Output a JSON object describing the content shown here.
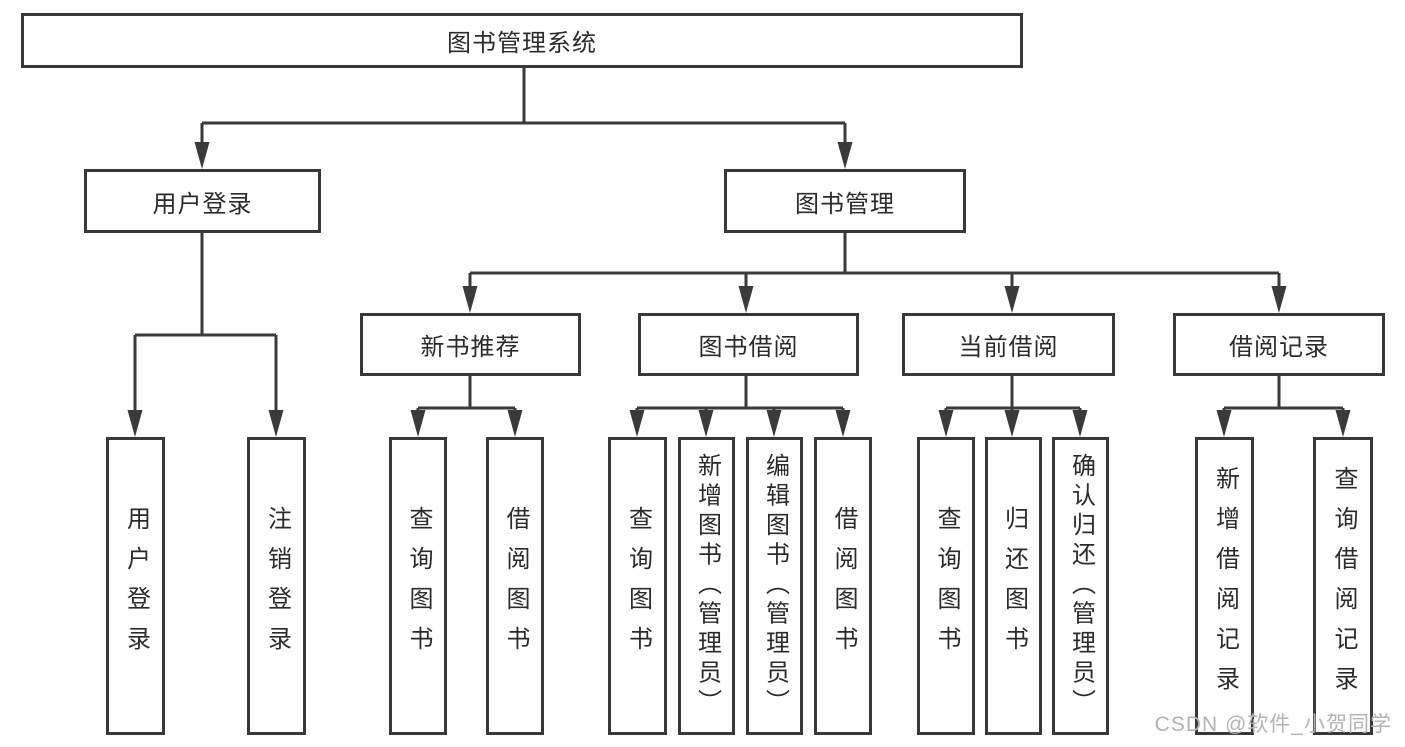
{
  "diagram": {
    "nodes": {
      "root": {
        "label": "图书管理系统"
      },
      "user_login": {
        "label": "用户登录"
      },
      "book_management": {
        "label": "图书管理"
      },
      "new_book_recommend": {
        "label": "新书推荐"
      },
      "book_borrow": {
        "label": "图书借阅"
      },
      "current_borrow": {
        "label": "当前借阅"
      },
      "borrow_records": {
        "label": "借阅记录"
      },
      "leaf_user_login": {
        "label": "用户登录"
      },
      "leaf_logout_login": {
        "label": "注销登录"
      },
      "leaf_query_book_recommend": {
        "label": "查询图书"
      },
      "leaf_borrow_book_recommend": {
        "label": "借阅图书"
      },
      "leaf_query_book_borrow": {
        "label": "查询图书"
      },
      "leaf_add_book_admin": {
        "label": "新增图书（管理员）"
      },
      "leaf_edit_book_admin": {
        "label": "编辑图书（管理员）"
      },
      "leaf_borrow_book": {
        "label": "借阅图书"
      },
      "leaf_query_book_current": {
        "label": "查询图书"
      },
      "leaf_return_book": {
        "label": "归还图书"
      },
      "leaf_confirm_return_admin": {
        "label": "确认归还（管理员）"
      },
      "leaf_add_borrow_record": {
        "label": "新增借阅记录"
      },
      "leaf_query_borrow_record": {
        "label": "查询借阅记录"
      }
    }
  },
  "watermark": {
    "text": "CSDN @软件_小贺同学"
  },
  "colors": {
    "line": "#3a3a3a",
    "border": "#383838",
    "text": "#2b2b2b",
    "watermark": "#b3b3b3",
    "background": "#ffffff"
  }
}
